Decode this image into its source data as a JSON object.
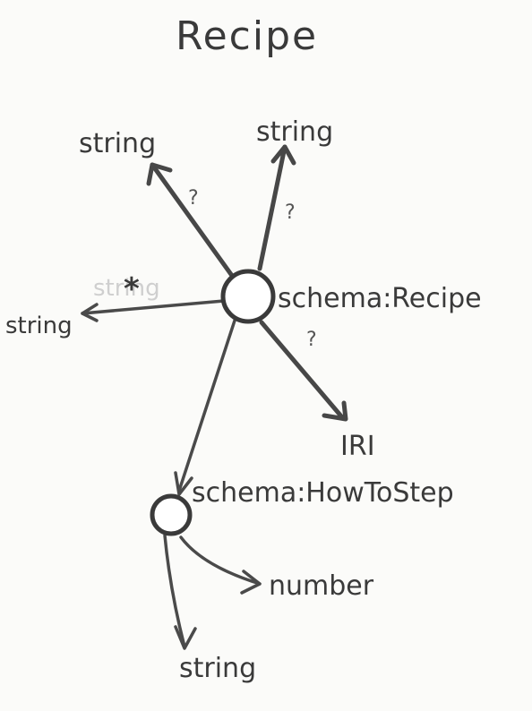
{
  "title": "Recipe",
  "nodes": {
    "recipe": {
      "label": "schema:Recipe"
    },
    "howto": {
      "label": "schema:HowToStep"
    }
  },
  "targets": {
    "string_top_left": "string",
    "string_top_right": "string",
    "string_left": "string",
    "iri": "IRI",
    "number": "number",
    "string_bottom": "string"
  },
  "cardinality": {
    "top_left": "?",
    "top_right": "?",
    "left": "*",
    "iri": "?"
  },
  "ghost_text": "string",
  "colors": {
    "ink": "#3a3a3a",
    "paper": "#fbfbf9"
  }
}
